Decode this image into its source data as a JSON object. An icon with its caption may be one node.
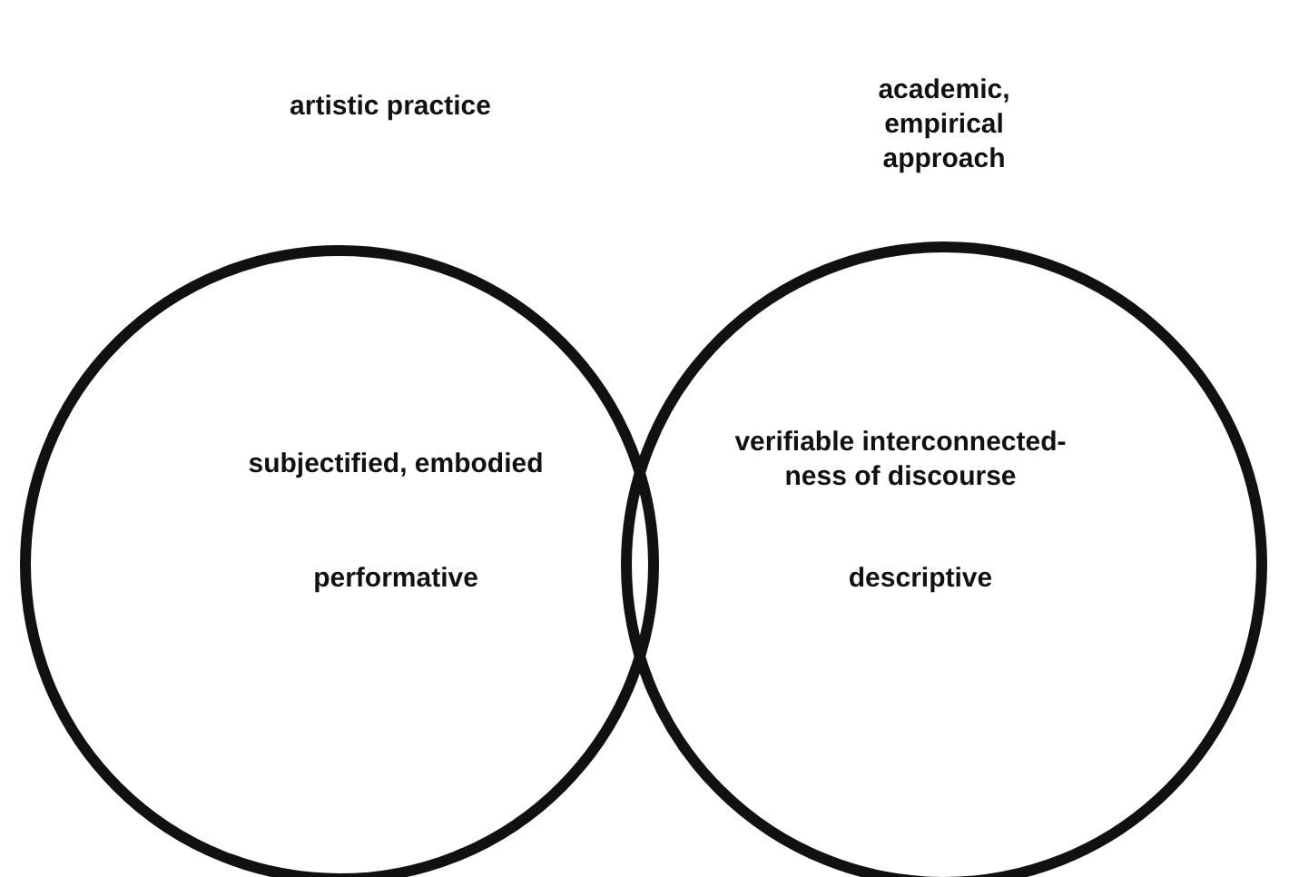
{
  "diagram": {
    "nodes": [
      {
        "text": [
          "artistic practice",
          "subjectified, embodied",
          "performative"
        ]
      },
      {
        "text": [
          "academic, empirical approach",
          "verifiable interconnected- ness of discourse",
          "descriptive"
        ]
      }
    ],
    "edges": []
  }
}
